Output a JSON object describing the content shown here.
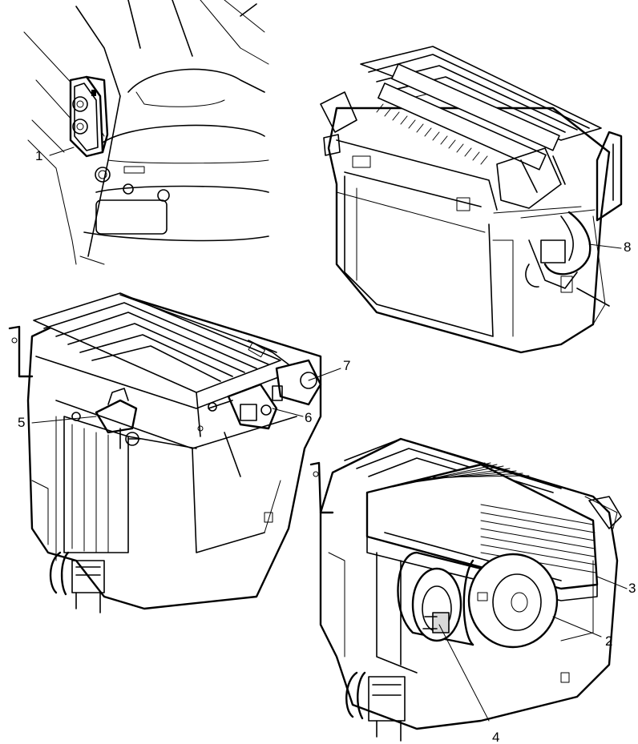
{
  "figure": {
    "panels": [
      {
        "id": "vehicle-view"
      },
      {
        "id": "hvac-module-top-right"
      },
      {
        "id": "hvac-module-left"
      },
      {
        "id": "hvac-module-bottom-right"
      }
    ],
    "callouts": [
      {
        "id": "c1",
        "text": "1"
      },
      {
        "id": "c2",
        "text": "2"
      },
      {
        "id": "c3",
        "text": "3"
      },
      {
        "id": "c4",
        "text": "4"
      },
      {
        "id": "c5",
        "text": "5"
      },
      {
        "id": "c6",
        "text": "6"
      },
      {
        "id": "c7",
        "text": "7"
      },
      {
        "id": "c8",
        "text": "8"
      }
    ],
    "colors": {
      "ink": "#000000",
      "paper": "#ffffff"
    }
  }
}
